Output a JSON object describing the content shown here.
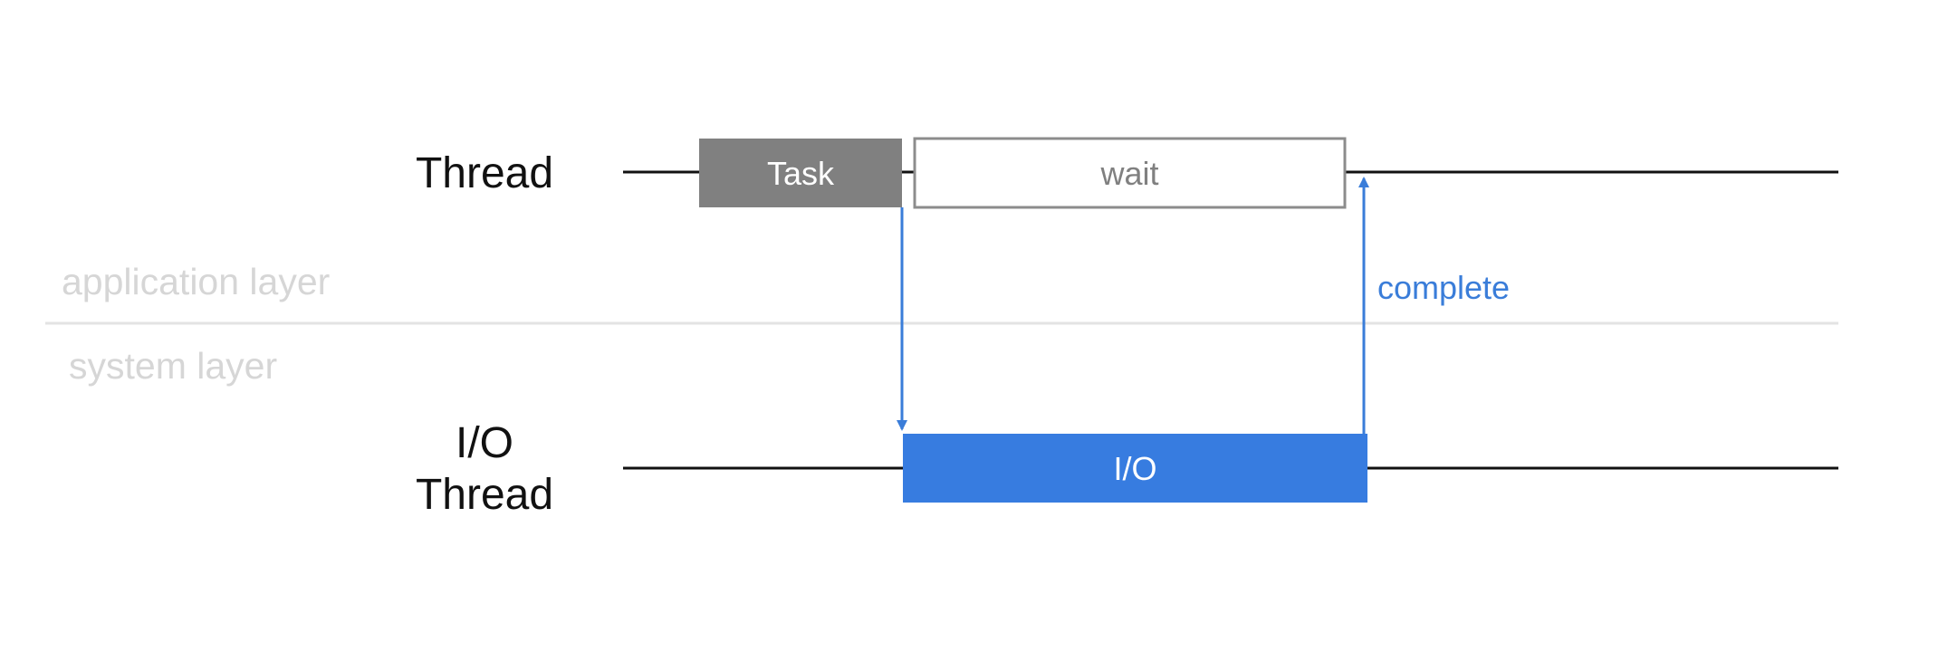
{
  "threads": {
    "main": {
      "label": "Thread"
    },
    "io": {
      "label_line1": "I/O",
      "label_line2": "Thread"
    }
  },
  "layers": {
    "upper": "application layer",
    "lower": "system layer"
  },
  "boxes": {
    "task": {
      "label": "Task"
    },
    "wait": {
      "label": "wait"
    },
    "io": {
      "label": "I/O"
    }
  },
  "events": {
    "complete": "complete"
  },
  "colors": {
    "task_fill": "#808080",
    "wait_stroke": "#8c8c8c",
    "wait_text": "#808080",
    "io_fill": "#377ce0",
    "arrow": "#3a7dd9",
    "timeline": "#111111",
    "layer_divider": "#e3e3e3",
    "layer_text": "#d6d6d6",
    "box_text_light": "#ffffff"
  }
}
